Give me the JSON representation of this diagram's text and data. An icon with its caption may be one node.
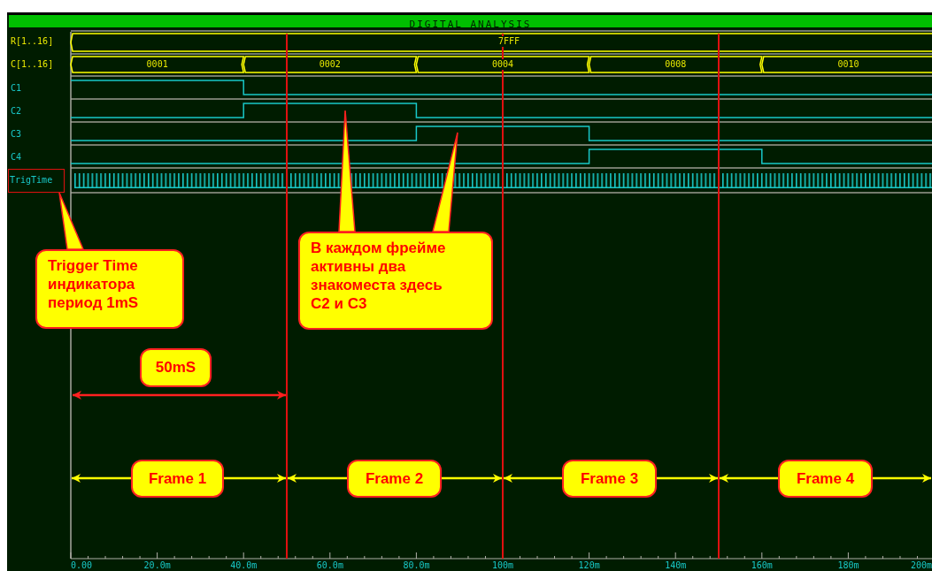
{
  "diagram": {
    "title": "DIGITAL ANALYSIS",
    "nodes": [
      {
        "text": [
          "TrigTime"
        ]
      },
      {
        "text": [
          "Trigger Time индикатора период 1mS"
        ]
      },
      {
        "text": [
          "В каждом фрейме активны два знакоместа здесь C2 и C3"
        ]
      },
      {
        "text": [
          "50mS"
        ]
      },
      {
        "text": [
          "Frame 1"
        ]
      },
      {
        "text": [
          "Frame 2"
        ]
      },
      {
        "text": [
          "Frame 3"
        ]
      },
      {
        "text": [
          "Frame 4"
        ]
      }
    ],
    "edges": [
      {
        "from": 1,
        "to": 0,
        "arrow": "none"
      },
      {
        "from": 2,
        "to": null,
        "arrow": "none"
      },
      {
        "from": 2,
        "to": null,
        "arrow": "none"
      }
    ],
    "labels": [
      "R[1..16]",
      "7FFF",
      "C[1..16]",
      "0001",
      "0002",
      "0004",
      "0008",
      "0010",
      "C1",
      "C2",
      "C3",
      "C4",
      "0.00",
      "20.0m",
      "40.0m",
      "60.0m",
      "80.0m",
      "100m",
      "120m",
      "140m",
      "160m",
      "180m",
      "200m"
    ]
  }
}
